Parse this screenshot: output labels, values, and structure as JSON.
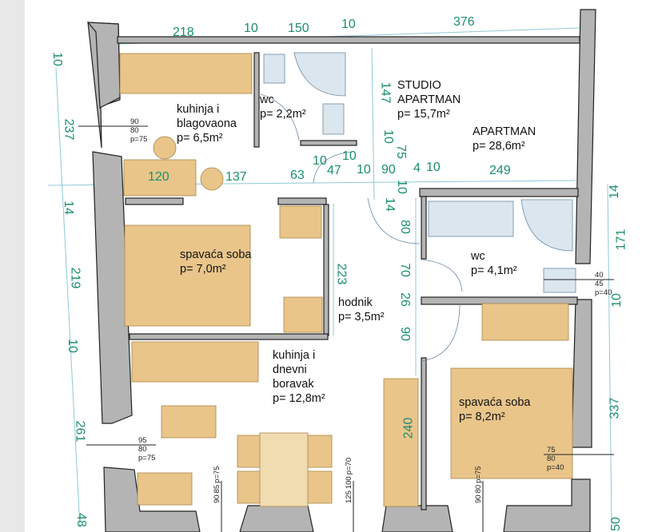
{
  "plan": {
    "colors": {
      "wall": "#b4b4b4",
      "furniture": "#e9c58a",
      "furniture_light": "#f1dcb2",
      "sanitary": "#dce6ee",
      "dimension": "#1a8f6e",
      "dim_line": "#8fc9d8",
      "background": "#e8e8e8"
    },
    "units": {
      "studio": {
        "title1": "STUDIO",
        "title2": "APARTMAN",
        "area": "p= 15,7m²"
      },
      "apartment": {
        "title": "APARTMAN",
        "area": "p= 28,6m²"
      }
    },
    "rooms": {
      "kitchen_dining": {
        "line1": "kuhinja i",
        "line2": "blagovaona",
        "area": "p= 6,5m²"
      },
      "wc_studio": {
        "line1": "wc",
        "area": "p= 2,2m²"
      },
      "bedroom_1": {
        "line1": "spavaća soba",
        "area": "p= 7,0m²"
      },
      "hallway": {
        "line1": "hodnik",
        "area": "p= 3,5m²"
      },
      "kitchen_living": {
        "line1": "kuhinja i",
        "line2": "dnevni",
        "line3": "boravak",
        "area": "p= 12,8m²"
      },
      "wc_apartment": {
        "line1": "wc",
        "area": "p= 4,1m²"
      },
      "bedroom_2": {
        "line1": "spavaća soba",
        "area": "p= 8,2m²"
      }
    },
    "dimensions": {
      "top": [
        "218",
        "10",
        "150",
        "10",
        "376"
      ],
      "middle_row": [
        "120",
        "137",
        "63",
        "10",
        "47",
        "10",
        "10",
        "90",
        "4",
        "10",
        "249"
      ],
      "middle_vertical": [
        "147",
        "10",
        "75",
        "10",
        "14"
      ],
      "corridor_vertical": [
        "80",
        "70",
        "26",
        "90"
      ],
      "inner": [
        "223",
        "240"
      ],
      "left": [
        "10",
        "237",
        "14",
        "219",
        "10",
        "261",
        "48"
      ],
      "right": [
        "14",
        "171",
        "10",
        "337",
        "50"
      ]
    },
    "windows": {
      "w_left_top": [
        "90",
        "80",
        "p=75"
      ],
      "w_left_bottom": [
        "95",
        "80",
        "p=75"
      ],
      "w_right_wc": [
        "40",
        "45",
        "p=40"
      ],
      "w_right_bed": [
        "75",
        "80",
        "p=40"
      ],
      "w_bottom_1": [
        "90",
        "85",
        "p=75"
      ],
      "w_bottom_2": [
        "125",
        "100",
        "p=70"
      ],
      "w_bottom_3": [
        "90",
        "80",
        "p=75"
      ]
    }
  }
}
